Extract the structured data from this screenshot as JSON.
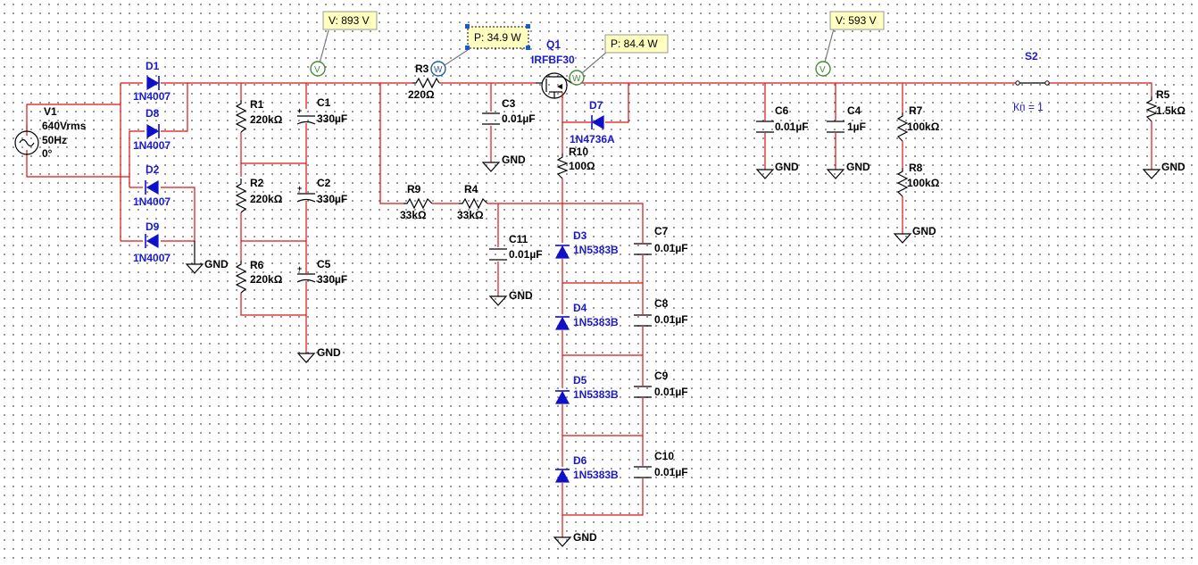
{
  "components": {
    "V1": {
      "name": "V1",
      "value": "640Vrms",
      "freq": "50Hz",
      "phase": "0°"
    },
    "D1": {
      "name": "D1",
      "part": "1N4007"
    },
    "D8": {
      "name": "D8",
      "part": "1N4007"
    },
    "D2": {
      "name": "D2",
      "part": "1N4007"
    },
    "D9": {
      "name": "D9",
      "part": "1N4007"
    },
    "R1": {
      "name": "R1",
      "value": "220kΩ"
    },
    "R2": {
      "name": "R2",
      "value": "220kΩ"
    },
    "R6": {
      "name": "R6",
      "value": "220kΩ"
    },
    "C1": {
      "name": "C1",
      "value": "330µF"
    },
    "C2": {
      "name": "C2",
      "value": "330µF"
    },
    "C5": {
      "name": "C5",
      "value": "330µF"
    },
    "R3": {
      "name": "R3",
      "value": "220Ω"
    },
    "R9": {
      "name": "R9",
      "value": "33kΩ"
    },
    "R4": {
      "name": "R4",
      "value": "33kΩ"
    },
    "C3": {
      "name": "C3",
      "value": "0.01µF"
    },
    "C11": {
      "name": "C11",
      "value": "0.01µF"
    },
    "Q1": {
      "name": "Q1",
      "part": "IRFBF30"
    },
    "D7": {
      "name": "D7",
      "part": "1N4736A"
    },
    "R10": {
      "name": "R10",
      "value": "100Ω"
    },
    "D3": {
      "name": "D3",
      "part": "1N5383B"
    },
    "D4": {
      "name": "D4",
      "part": "1N5383B"
    },
    "D5": {
      "name": "D5",
      "part": "1N5383B"
    },
    "D6": {
      "name": "D6",
      "part": "1N5383B"
    },
    "C7": {
      "name": "C7",
      "value": "0.01µF"
    },
    "C8": {
      "name": "C8",
      "value": "0.01µF"
    },
    "C9": {
      "name": "C9",
      "value": "0.01µF"
    },
    "C10": {
      "name": "C10",
      "value": "0.01µF"
    },
    "C6": {
      "name": "C6",
      "value": "0.01µF"
    },
    "C4": {
      "name": "C4",
      "value": "1µF"
    },
    "R7": {
      "name": "R7",
      "value": "100kΩ"
    },
    "R8": {
      "name": "R8",
      "value": "100kΩ"
    },
    "S2": {
      "name": "S2",
      "param": "Кп = 1"
    },
    "R5": {
      "name": "R5",
      "value": "1.5kΩ"
    }
  },
  "probes": {
    "v1": "V: 893 V",
    "p1": "P: 34.9 W",
    "p2": "P: 84.4 W",
    "v2": "V: 593 V",
    "v_marker": "V",
    "w_marker": "W"
  },
  "ground_label": "GND",
  "colors": {
    "wire": "#e01010",
    "diode": "#1010c8",
    "component_label": "#1a1ad0",
    "probe_bg": "#ffffc0"
  }
}
